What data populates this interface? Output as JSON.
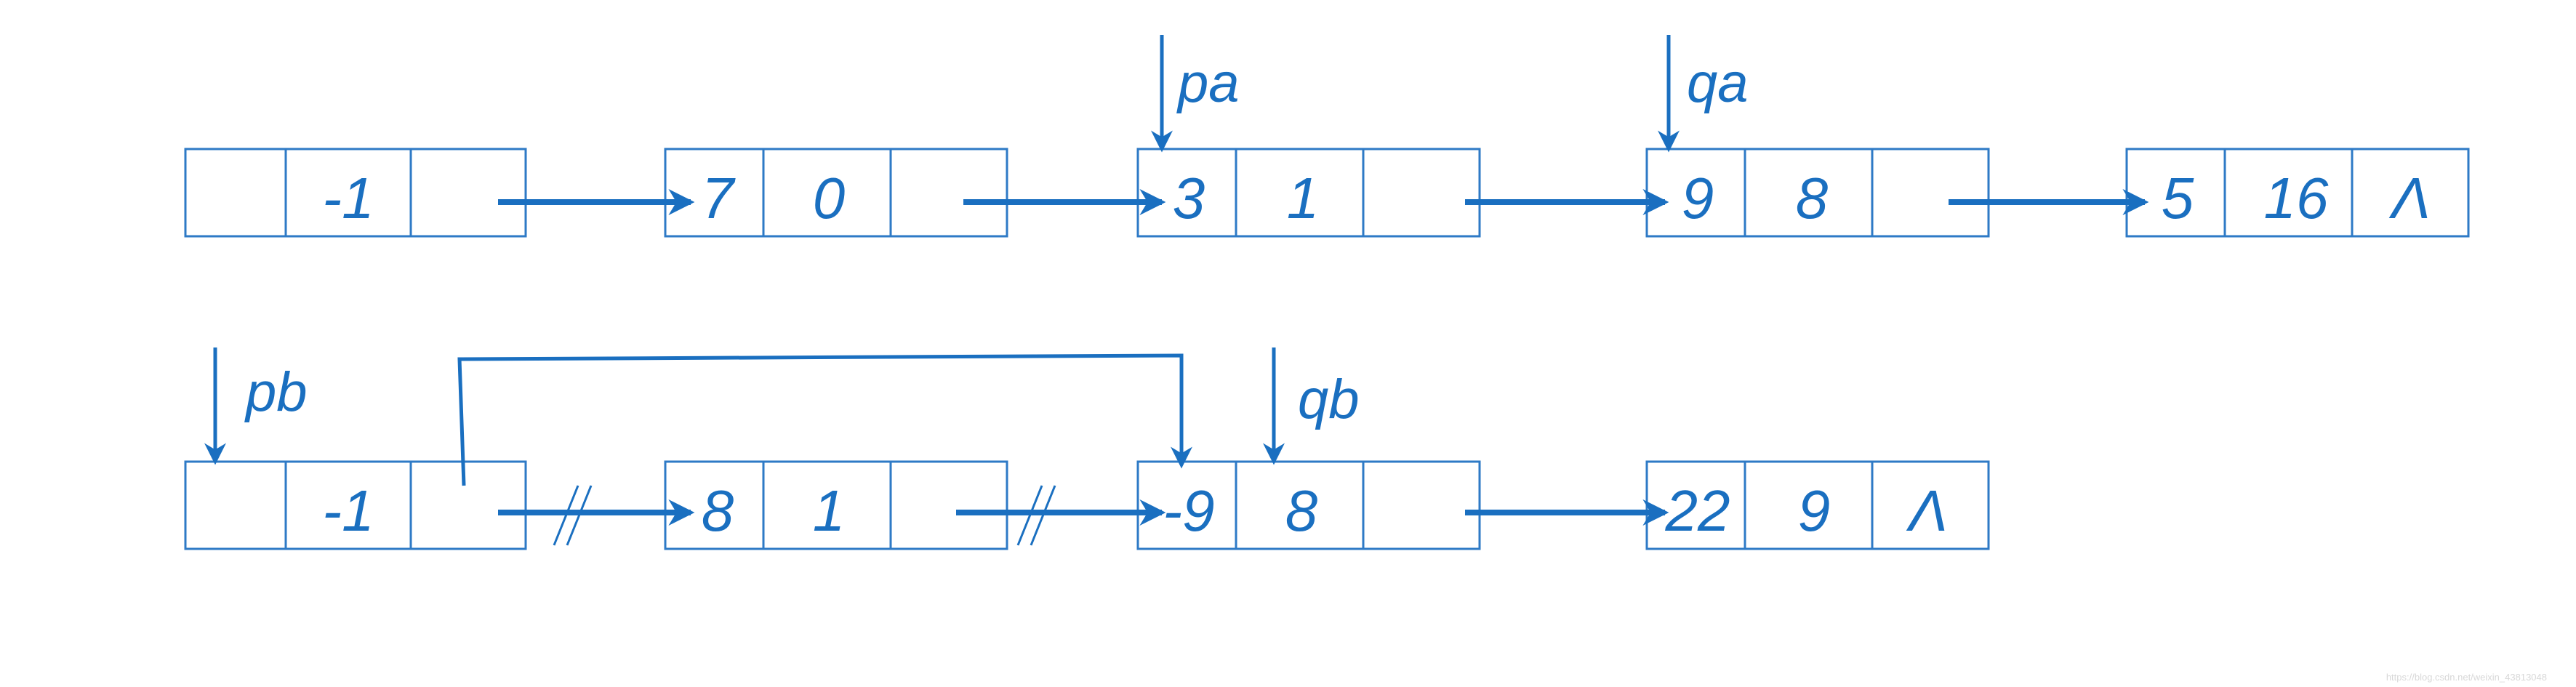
{
  "colors": {
    "stroke": "#2e7ac6",
    "text": "#1a6fc0"
  },
  "list_a": {
    "pointers": {
      "pa": "pa",
      "qa": "qa"
    },
    "nodes": [
      {
        "coef": "",
        "exp": "-1",
        "next": ""
      },
      {
        "coef": "7",
        "exp": "0",
        "next": ""
      },
      {
        "coef": "3",
        "exp": "1",
        "next": ""
      },
      {
        "coef": "9",
        "exp": "8",
        "next": ""
      },
      {
        "coef": "5",
        "exp": "16",
        "next": "Λ"
      }
    ]
  },
  "list_b": {
    "pointers": {
      "pb": "pb",
      "qb": "qb"
    },
    "nodes": [
      {
        "coef": "",
        "exp": "-1",
        "next": ""
      },
      {
        "coef": "8",
        "exp": "1",
        "next": ""
      },
      {
        "coef": "-9",
        "exp": "8",
        "next": ""
      },
      {
        "coef": "22",
        "exp": "9",
        "next": "Λ"
      }
    ]
  },
  "watermark": "https://blog.csdn.net/weixin_43813048"
}
